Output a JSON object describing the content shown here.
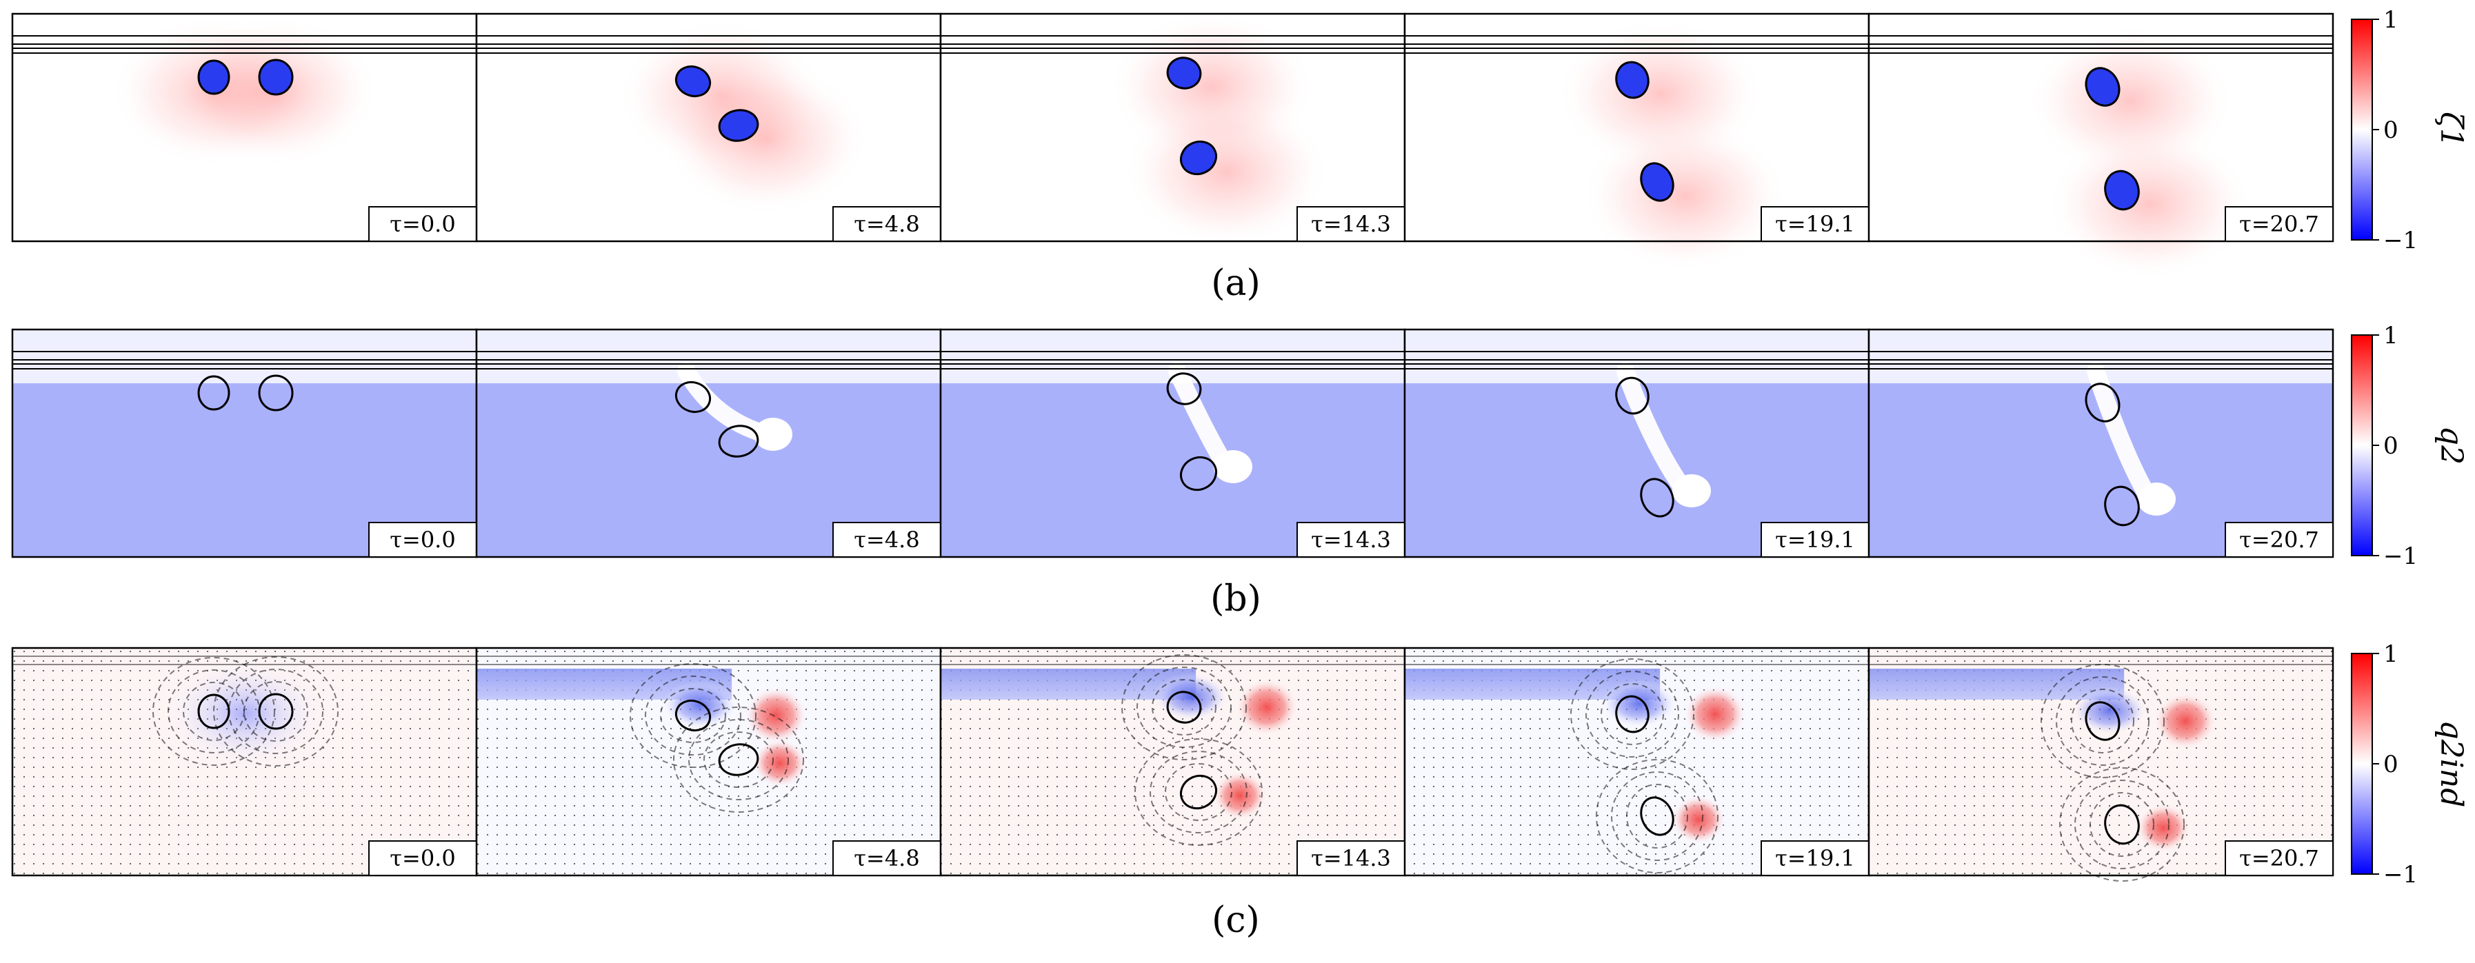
{
  "rows": [
    {
      "id": "a",
      "caption": "(a)",
      "colorbar_label": "ζ1",
      "colorbar_ticks": [
        "1",
        "0",
        "−1"
      ],
      "background": "white",
      "vortex_fill": "filled"
    },
    {
      "id": "b",
      "caption": "(b)",
      "colorbar_label": "q2",
      "colorbar_ticks": [
        "1",
        "0",
        "−1"
      ],
      "background": "light-blue",
      "vortex_fill": "outline"
    },
    {
      "id": "c",
      "caption": "(c)",
      "colorbar_label": "q2ind",
      "colorbar_ticks": [
        "1",
        "0",
        "−1"
      ],
      "background": "quiver",
      "vortex_fill": "outline"
    }
  ],
  "time_labels": [
    "τ=0.0",
    "τ=4.8",
    "τ=14.3",
    "τ=19.1",
    "τ=20.7"
  ],
  "colormap": {
    "positive": "#ff0000",
    "zero": "#ffffff",
    "negative": "#0000ff"
  },
  "vortex_color": "#2a3cf0",
  "background_blue": "#aab1fb"
}
